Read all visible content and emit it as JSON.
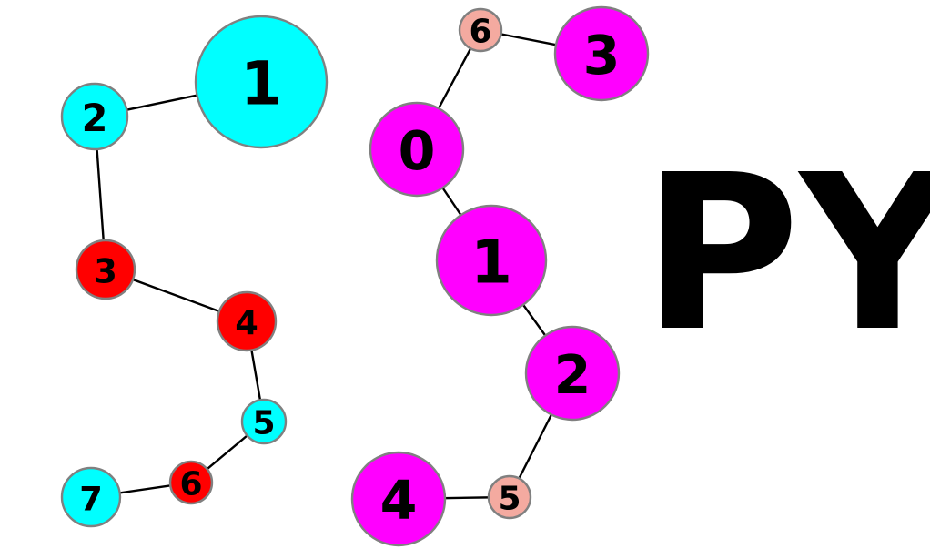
{
  "colors": {
    "cyan": "#00ffff",
    "red": "#ff0000",
    "magenta": "#ff00ff",
    "salmon": "#f4aaa0",
    "outline": "#808080",
    "edge": "#000000"
  },
  "graphs": [
    {
      "nodes": [
        {
          "id": "L1",
          "label": "1",
          "color": "cyan"
        },
        {
          "id": "L2",
          "label": "2",
          "color": "cyan"
        },
        {
          "id": "L3",
          "label": "3",
          "color": "red"
        },
        {
          "id": "L4",
          "label": "4",
          "color": "red"
        },
        {
          "id": "L5",
          "label": "5",
          "color": "cyan"
        },
        {
          "id": "L6",
          "label": "6",
          "color": "red"
        },
        {
          "id": "L7",
          "label": "7",
          "color": "cyan"
        }
      ],
      "edges": [
        [
          "L1",
          "L2"
        ],
        [
          "L2",
          "L3"
        ],
        [
          "L3",
          "L4"
        ],
        [
          "L4",
          "L5"
        ],
        [
          "L5",
          "L6"
        ],
        [
          "L6",
          "L7"
        ]
      ]
    },
    {
      "nodes": [
        {
          "id": "R6",
          "label": "6",
          "color": "salmon"
        },
        {
          "id": "R3",
          "label": "3",
          "color": "magenta"
        },
        {
          "id": "R0",
          "label": "0",
          "color": "magenta"
        },
        {
          "id": "R1",
          "label": "1",
          "color": "magenta"
        },
        {
          "id": "R2",
          "label": "2",
          "color": "magenta"
        },
        {
          "id": "R5",
          "label": "5",
          "color": "salmon"
        },
        {
          "id": "R4",
          "label": "4",
          "color": "magenta"
        }
      ],
      "edges": [
        [
          "R6",
          "R3"
        ],
        [
          "R6",
          "R0"
        ],
        [
          "R0",
          "R1"
        ],
        [
          "R1",
          "R2"
        ],
        [
          "R2",
          "R5"
        ],
        [
          "R5",
          "R4"
        ]
      ]
    }
  ],
  "logo_text": "PY"
}
